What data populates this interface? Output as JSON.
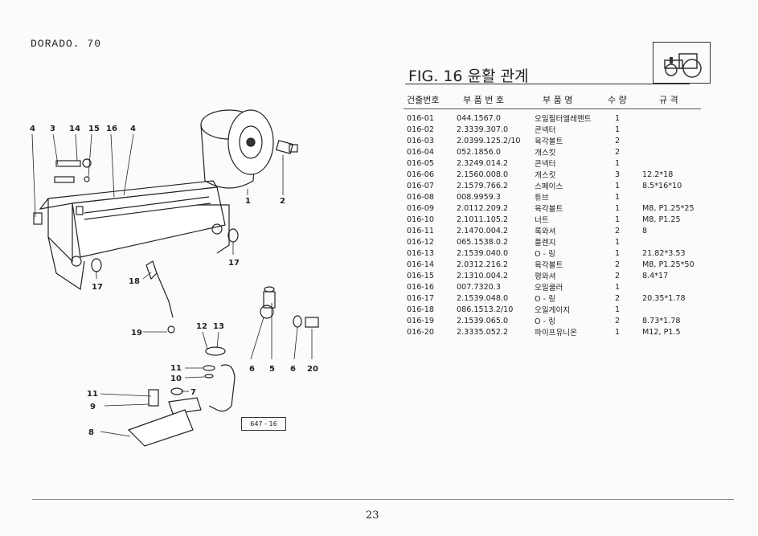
{
  "header": {
    "model": "DORADO. 70"
  },
  "figure": {
    "title": "FIG. 16 윤활 관계",
    "ref": "647 - 16"
  },
  "table": {
    "headers": [
      "건출번호",
      "부 품 번 호",
      "부 품 명",
      "수 량",
      "규 격"
    ],
    "rows": [
      [
        "016-01",
        "044.1567.0",
        "오일필터엘레멘트",
        "1",
        ""
      ],
      [
        "016-02",
        "2.3339.307.0",
        "콘넥터",
        "1",
        ""
      ],
      [
        "016-03",
        "2.0399.125.2/10",
        "육각볼트",
        "2",
        ""
      ],
      [
        "016-04",
        "052.1856.0",
        "개스킷",
        "2",
        ""
      ],
      [
        "016-05",
        "2.3249.014.2",
        "콘넥터",
        "1",
        ""
      ],
      [
        "016-06",
        "2.1560.008.0",
        "개스킷",
        "3",
        "12.2*18"
      ],
      [
        "016-07",
        "2.1579.766.2",
        "스페이스",
        "1",
        "8.5*16*10"
      ],
      [
        "016-08",
        "008.9959.3",
        "튜브",
        "1",
        ""
      ],
      [
        "016-09",
        "2.0112.209.2",
        "육각볼트",
        "1",
        "M8, P1.25*25"
      ],
      [
        "016-10",
        "2.1011.105.2",
        "너트",
        "1",
        "M8, P1.25"
      ],
      [
        "016-11",
        "2.1470.004.2",
        "록와셔",
        "2",
        "8"
      ],
      [
        "016-12",
        "065.1538.0.2",
        "플렌지",
        "1",
        ""
      ],
      [
        "016-13",
        "2.1539.040.0",
        "O - 링",
        "1",
        "21.82*3.53"
      ],
      [
        "016-14",
        "2.0312.216.2",
        "육각볼트",
        "2",
        "M8, P1.25*50"
      ],
      [
        "016-15",
        "2.1310.004.2",
        "평와셔",
        "2",
        "8.4*17"
      ],
      [
        "016-16",
        "007.7320.3",
        "오일쿨러",
        "1",
        ""
      ],
      [
        "016-17",
        "2.1539.048.0",
        "O - 링",
        "2",
        "20.35*1.78"
      ],
      [
        "016-18",
        "086.1513.2/10",
        "오일게이지",
        "1",
        ""
      ],
      [
        "016-19",
        "2.1539.065.0",
        "O - 링",
        "2",
        "8.73*1.78"
      ],
      [
        "016-20",
        "2.3335.052.2",
        "파이프유니온",
        "1",
        "M12, P1.5"
      ]
    ]
  },
  "callouts": {
    "c4a": "4",
    "c3": "3",
    "c14": "14",
    "c15": "15",
    "c16": "16",
    "c4b": "4",
    "c1": "1",
    "c2": "2",
    "c17a": "17",
    "c17b": "17",
    "c18": "18",
    "c19": "19",
    "c12": "12",
    "c13": "13",
    "c10": "10",
    "c11a": "11",
    "c6a": "6",
    "c5": "5",
    "c6b": "6",
    "c20": "20",
    "c7": "7",
    "c11b": "11",
    "c9": "9",
    "c8": "8"
  },
  "footer": {
    "page": "23"
  }
}
